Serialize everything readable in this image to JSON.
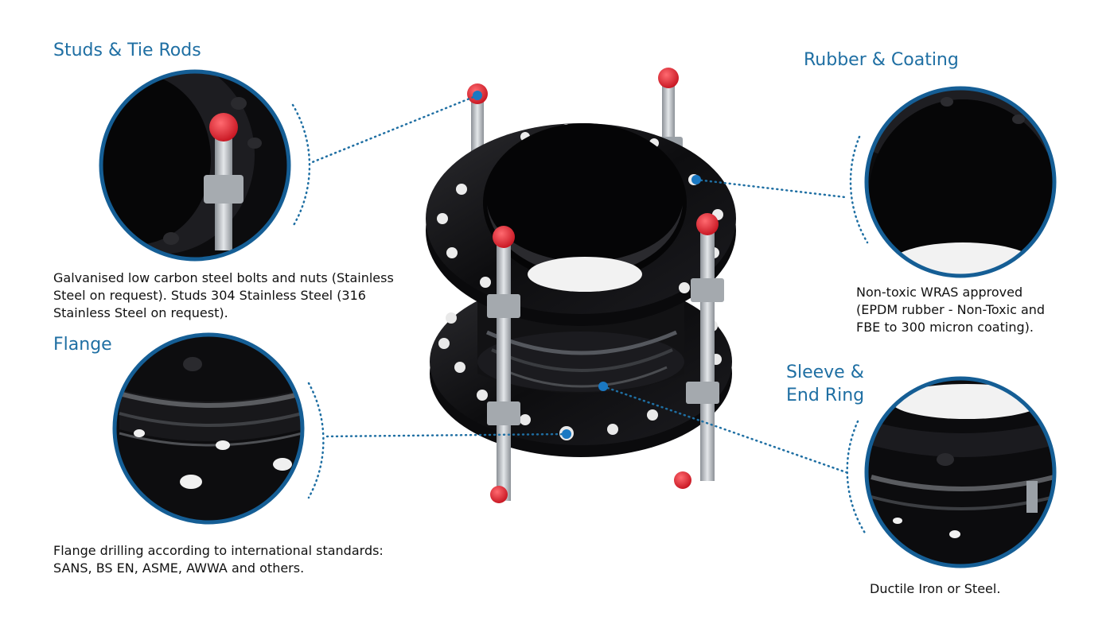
{
  "callouts": {
    "studs": {
      "title": "Studs & Tie Rods",
      "description": "Galvanised low carbon steel bolts and nuts (Stainless\nSteel on request). Studs 304 Stainless Steel (316\nStainless Steel on request)."
    },
    "flange": {
      "title": "Flange",
      "description": "Flange drilling according to international standards:\nSANS, BS EN, ASME, AWWA and others."
    },
    "rubber": {
      "title": "Rubber & Coating",
      "description": "Non-toxic WRAS approved\n(EPDM rubber - Non-Toxic and\nFBE to 300 micron coating)."
    },
    "sleeve": {
      "title": "Sleeve &\nEnd Ring",
      "description": "Ductile Iron or Steel."
    }
  },
  "colors": {
    "accent": "#1f6fa3",
    "ring": "#155e95",
    "marker": "#1a78c2",
    "metal": "#0e0e10",
    "cap": "#e8232f",
    "bolt": "#b7bcc2"
  }
}
